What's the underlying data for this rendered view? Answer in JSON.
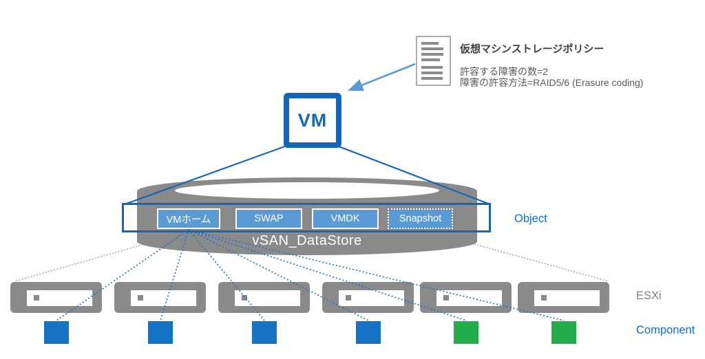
{
  "colors": {
    "primary_blue": "#1467B8",
    "box_fill_blue": "#5B9BD5",
    "arrow_light_blue": "#5B9BD5",
    "dotted_line_blue": "#1E73C8",
    "component_blue": "#1473C4",
    "component_green": "#23AD4B",
    "shape_gray": "#8A8A8A",
    "dotted_line_gray": "#9E9E9E",
    "policy_title_text": "#3F3F3F",
    "policy_body_text": "#595959",
    "esxi_label_text": "#7F7F7F",
    "blue_label_text": "#0F6FC5"
  },
  "policy_note": {
    "title": "仮想マシンストレージポリシー",
    "line1": "許容する障害の数=2",
    "line2": "障害の許容方法=RAID5/6 (Erasure coding)"
  },
  "vm": {
    "label": "VM"
  },
  "datastore": {
    "label": "vSAN_DataStore",
    "objects": [
      {
        "label": "VMホーム",
        "border": "solid"
      },
      {
        "label": "SWAP",
        "border": "solid"
      },
      {
        "label": "VMDK",
        "border": "solid"
      },
      {
        "label": "Snapshot",
        "border": "dotted"
      }
    ]
  },
  "labels": {
    "object": "Object",
    "esxi": "ESXi",
    "component": "Component"
  },
  "hosts": {
    "count": 6
  },
  "components": [
    {
      "fill": "#1473C4"
    },
    {
      "fill": "#1473C4"
    },
    {
      "fill": "#1473C4"
    },
    {
      "fill": "#1473C4"
    },
    {
      "fill": "#23AD4B"
    },
    {
      "fill": "#23AD4B"
    }
  ]
}
